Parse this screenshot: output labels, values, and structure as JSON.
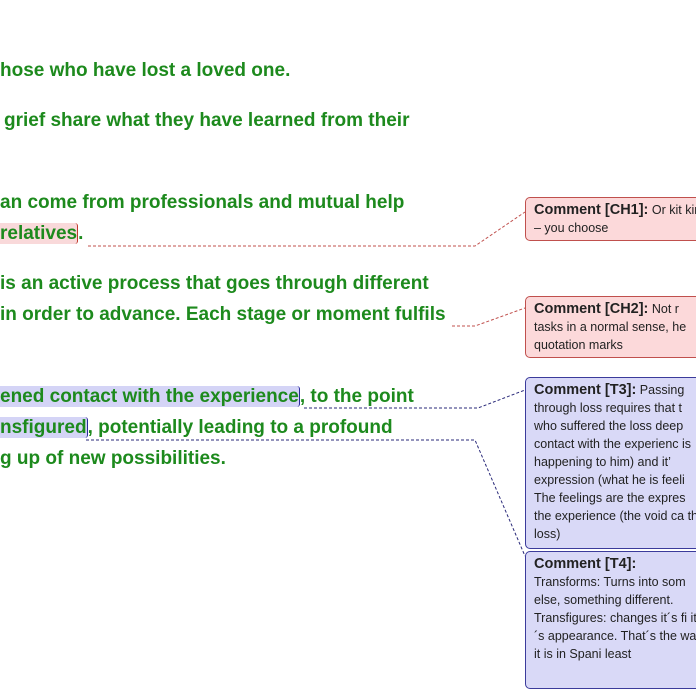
{
  "document": {
    "lines": [
      "hose who have lost a loved one.",
      "grief share what they have learned from their",
      "an come from professionals and mutual help",
      "relatives",
      ".",
      "is an active process that goes through different",
      "in order to advance. Each stage or moment fulfils",
      "ened contact with the experience",
      ", to the point",
      "nsfigured",
      ", potentially leading to a profound",
      "g up of new possibilities."
    ]
  },
  "comments": [
    {
      "label": "Comment [CH1]:",
      "text": "Or kit kin – you choose",
      "color": "#fcd9da"
    },
    {
      "label": "Comment [CH2]:",
      "text": "Not r tasks in a normal sense, he quotation marks",
      "color": "#fcd9da"
    },
    {
      "label": "Comment [T3]:",
      "text": "Passing through loss requires that t who suffered the loss deep contact with the experienc is happening to him) and it’ expression (what he is feeli The feelings are the expres the experience (the void ca the loss)",
      "color": "#d9d9f7"
    },
    {
      "label": "Comment [T4]:",
      "text": "Transforms: Turns into som else, something different. Transfigures: changes it´s fi it´s appearance. That´s the way it is in Spani least",
      "color": "#d9d9f7"
    }
  ]
}
